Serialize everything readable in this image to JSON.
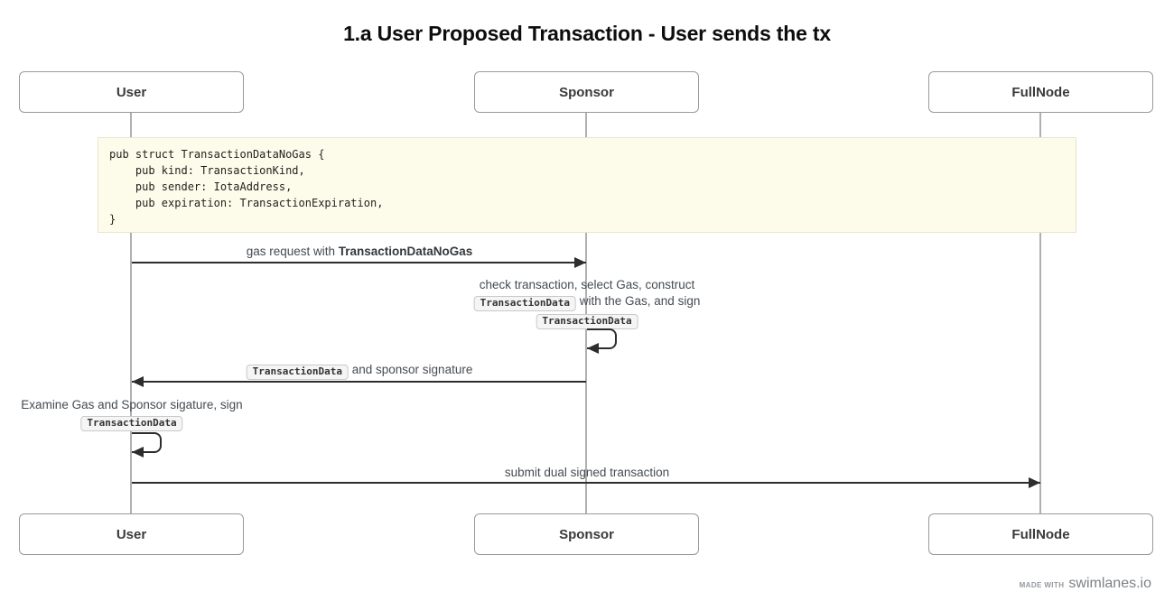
{
  "title": "1.a User Proposed Transaction - User sends the tx",
  "actors": [
    "User",
    "Sponsor",
    "FullNode"
  ],
  "note": {
    "code_lines": [
      "pub struct TransactionDataNoGas {",
      "    pub kind: TransactionKind,",
      "    pub sender: IotaAddress,",
      "    pub expiration: TransactionExpiration,",
      "}"
    ]
  },
  "messages": {
    "gas_request": {
      "text": "gas request with ",
      "bold": "TransactionDataNoGas"
    },
    "sponsor_action": {
      "line1": "check transaction, select Gas, construct",
      "chip1": "TransactionData",
      "line2_rest": " with the Gas, and sign",
      "chip2": "TransactionData"
    },
    "return_signed": {
      "chip": "TransactionData",
      "text": " and sponsor signature"
    },
    "user_action": {
      "line1": "Examine Gas and Sponsor sigature, sign",
      "chip": "TransactionData"
    },
    "submit": {
      "text": "submit dual signed transaction"
    }
  },
  "footer": {
    "made_with": "MADE WITH",
    "brand": "swimlanes.io"
  },
  "colors": {
    "arrow": "#2d2d2d",
    "lifeline": "#b0b0b0",
    "note_bg": "#fdfcea",
    "note_border": "#e9e5ce",
    "chip_bg": "#f5f5f5",
    "actor_border": "#9a9a9a"
  }
}
